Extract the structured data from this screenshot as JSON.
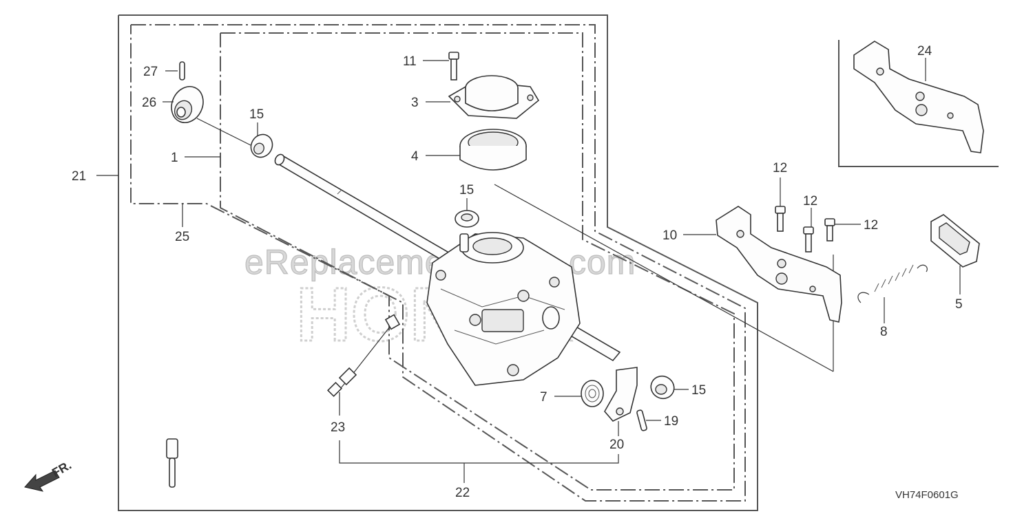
{
  "watermark": "eReplacementParts.com",
  "brand_mark": "HONDA",
  "diagram_code": "VH74F0601G",
  "direction_label": "FR.",
  "callouts": {
    "c1": "1",
    "c3": "3",
    "c4": "4",
    "c5": "5",
    "c7": "7",
    "c8": "8",
    "c10": "10",
    "c11": "11",
    "c12a": "12",
    "c12b": "12",
    "c12c": "12",
    "c15a": "15",
    "c15b": "15",
    "c15c": "15",
    "c19": "19",
    "c20": "20",
    "c21": "21",
    "c22": "22",
    "c23": "23",
    "c24": "24",
    "c25": "25",
    "c26": "26",
    "c27": "27"
  }
}
